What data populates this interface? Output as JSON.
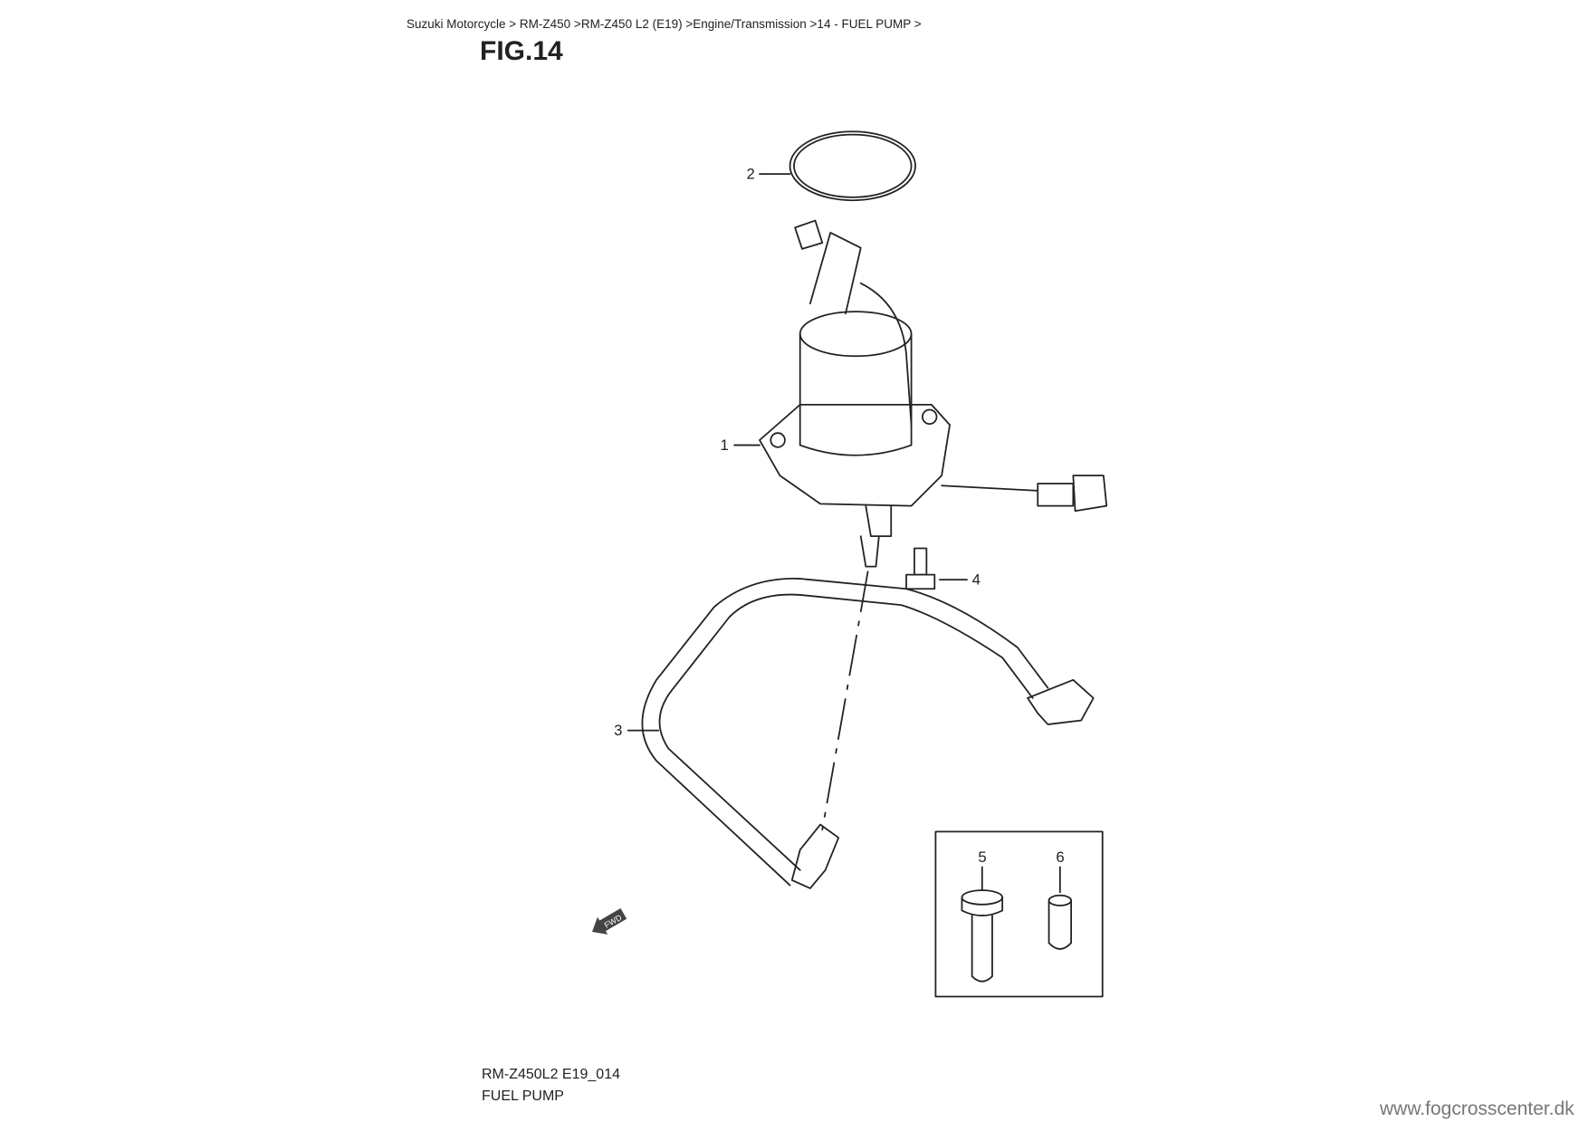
{
  "breadcrumb": "Suzuki Motorcycle > RM-Z450 >RM-Z450 L2 (E19) >Engine/Transmission >14 - FUEL PUMP >",
  "figure_title": "FIG.14",
  "callouts": [
    "1",
    "2",
    "3",
    "4",
    "5",
    "6"
  ],
  "fwd_label": "FWD",
  "diagram_code": "RM-Z450L2 E19_014",
  "diagram_name": "FUEL PUMP",
  "watermark": "www.fogcrosscenter.dk"
}
